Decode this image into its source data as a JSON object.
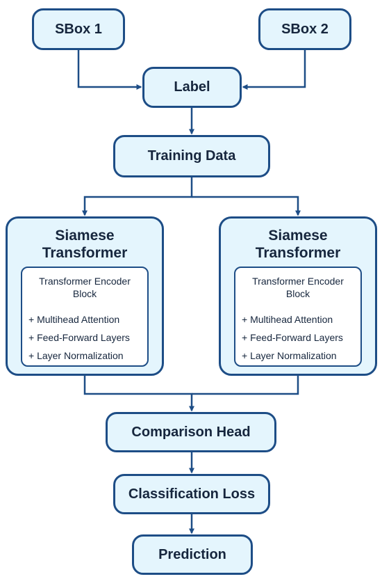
{
  "nodes": {
    "sbox1": "SBox 1",
    "sbox2": "SBox 2",
    "label": "Label",
    "training_data": "Training Data",
    "comparison_head": "Comparison Head",
    "classification_loss": "Classification Loss",
    "prediction": "Prediction"
  },
  "siamese_left": {
    "title_line1": "Siamese",
    "title_line2": "Transformer",
    "encoder_title_line1": "Transformer Encoder",
    "encoder_title_line2": "Block",
    "items": [
      "+ Multihead Attention",
      "+ Feed-Forward Layers",
      "+ Layer Normalization"
    ]
  },
  "siamese_right": {
    "title_line1": "Siamese",
    "title_line2": "Transformer",
    "encoder_title_line1": "Transformer Encoder",
    "encoder_title_line2": "Block",
    "items": [
      "+ Multihead Attention",
      "+ Feed-Forward Layers",
      "+ Layer Normalization"
    ]
  },
  "colors": {
    "node_fill": "#e4f5fd",
    "node_border": "#1d4d86",
    "arrow": "#1d4d86",
    "text": "#16263d",
    "inner_fill": "#ffffff"
  }
}
